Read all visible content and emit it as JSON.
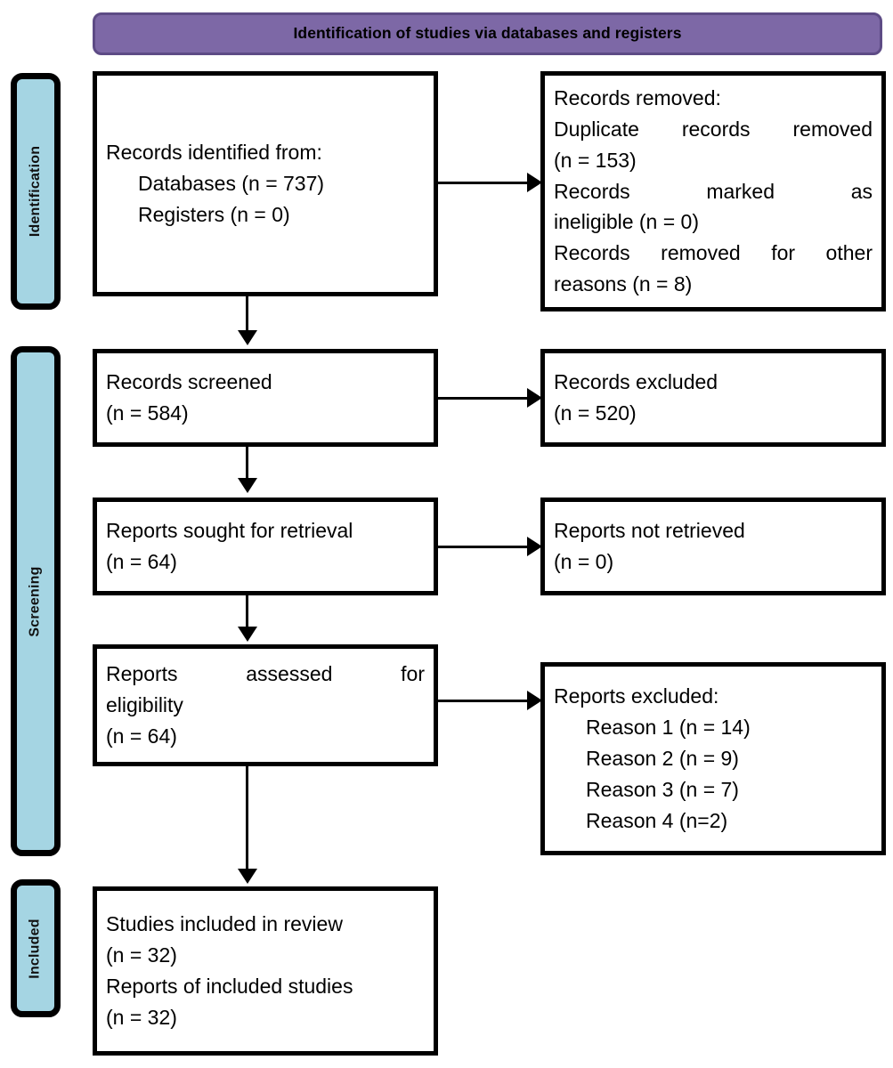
{
  "header": {
    "title": "Identification of studies via databases and registers",
    "fill_color": "#7d68a6",
    "border_color": "#5d4b85"
  },
  "stages": [
    {
      "label": "Identification",
      "color": "#a5d5e3"
    },
    {
      "label": "Screening",
      "color": "#a5d5e3"
    },
    {
      "label": "Included",
      "color": "#a5d5e3"
    }
  ],
  "boxes": {
    "identified": {
      "lines": [
        "Records identified from:",
        "Databases (n = 737)",
        "Registers (n = 0)"
      ],
      "counts": {
        "databases": 737,
        "registers": 0
      }
    },
    "removed": {
      "lines": [
        "Records removed:",
        "Duplicate records removed",
        "(n = 153)",
        "Records marked as",
        "ineligible (n = 0)",
        "Records removed for other",
        "reasons (n = 8)"
      ],
      "counts": {
        "duplicates": 153,
        "ineligible": 0,
        "other_reasons": 8
      }
    },
    "screened": {
      "lines": [
        "Records screened",
        "(n = 584)"
      ],
      "counts": {
        "n": 584
      }
    },
    "excluded": {
      "lines": [
        "Records excluded",
        "(n = 520)"
      ],
      "counts": {
        "n": 520
      }
    },
    "sought": {
      "lines": [
        "Reports sought for retrieval",
        "(n = 64)"
      ],
      "counts": {
        "n": 64
      }
    },
    "not_retrieved": {
      "lines": [
        "Reports not retrieved",
        "(n = 0)"
      ],
      "counts": {
        "n": 0
      }
    },
    "assessed": {
      "lines": [
        "Reports assessed for",
        "eligibility",
        "(n = 64)"
      ],
      "counts": {
        "n": 64
      }
    },
    "reports_excluded": {
      "lines": [
        "Reports excluded:",
        "Reason 1 (n = 14)",
        "Reason 2 (n = 9)",
        "Reason 3 (n = 7)",
        "Reason 4 (n=2)"
      ],
      "counts": {
        "reason_1": 14,
        "reason_2": 9,
        "reason_3": 7,
        "reason_4": 2
      }
    },
    "included": {
      "lines": [
        "Studies included in review",
        "(n = 32)",
        "Reports of included studies",
        "(n = 32)"
      ],
      "counts": {
        "studies": 32,
        "reports": 32
      }
    }
  }
}
